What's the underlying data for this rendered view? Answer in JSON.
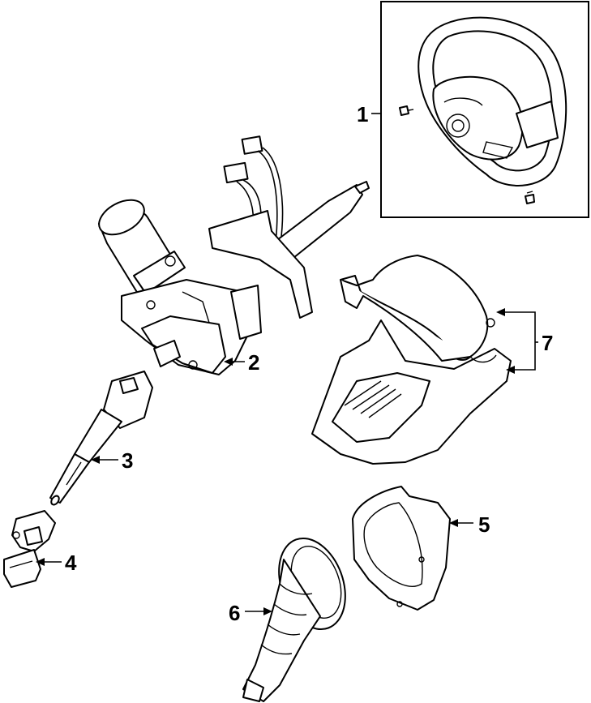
{
  "callouts": [
    {
      "id": "1",
      "label": "1"
    },
    {
      "id": "2",
      "label": "2"
    },
    {
      "id": "3",
      "label": "3"
    },
    {
      "id": "4",
      "label": "4"
    },
    {
      "id": "5",
      "label": "5"
    },
    {
      "id": "6",
      "label": "6"
    },
    {
      "id": "7",
      "label": "7"
    }
  ],
  "parts": [
    {
      "callout": "1",
      "icon": "steering-wheel-icon"
    },
    {
      "callout": "2",
      "icon": "steering-column-assembly-icon"
    },
    {
      "callout": "3",
      "icon": "intermediate-shaft-icon"
    },
    {
      "callout": "4",
      "icon": "universal-joint-icon"
    },
    {
      "callout": "5",
      "icon": "column-cover-icon"
    },
    {
      "callout": "6",
      "icon": "column-boot-icon"
    },
    {
      "callout": "7",
      "icon": "upper-lower-column-covers-icon"
    }
  ]
}
